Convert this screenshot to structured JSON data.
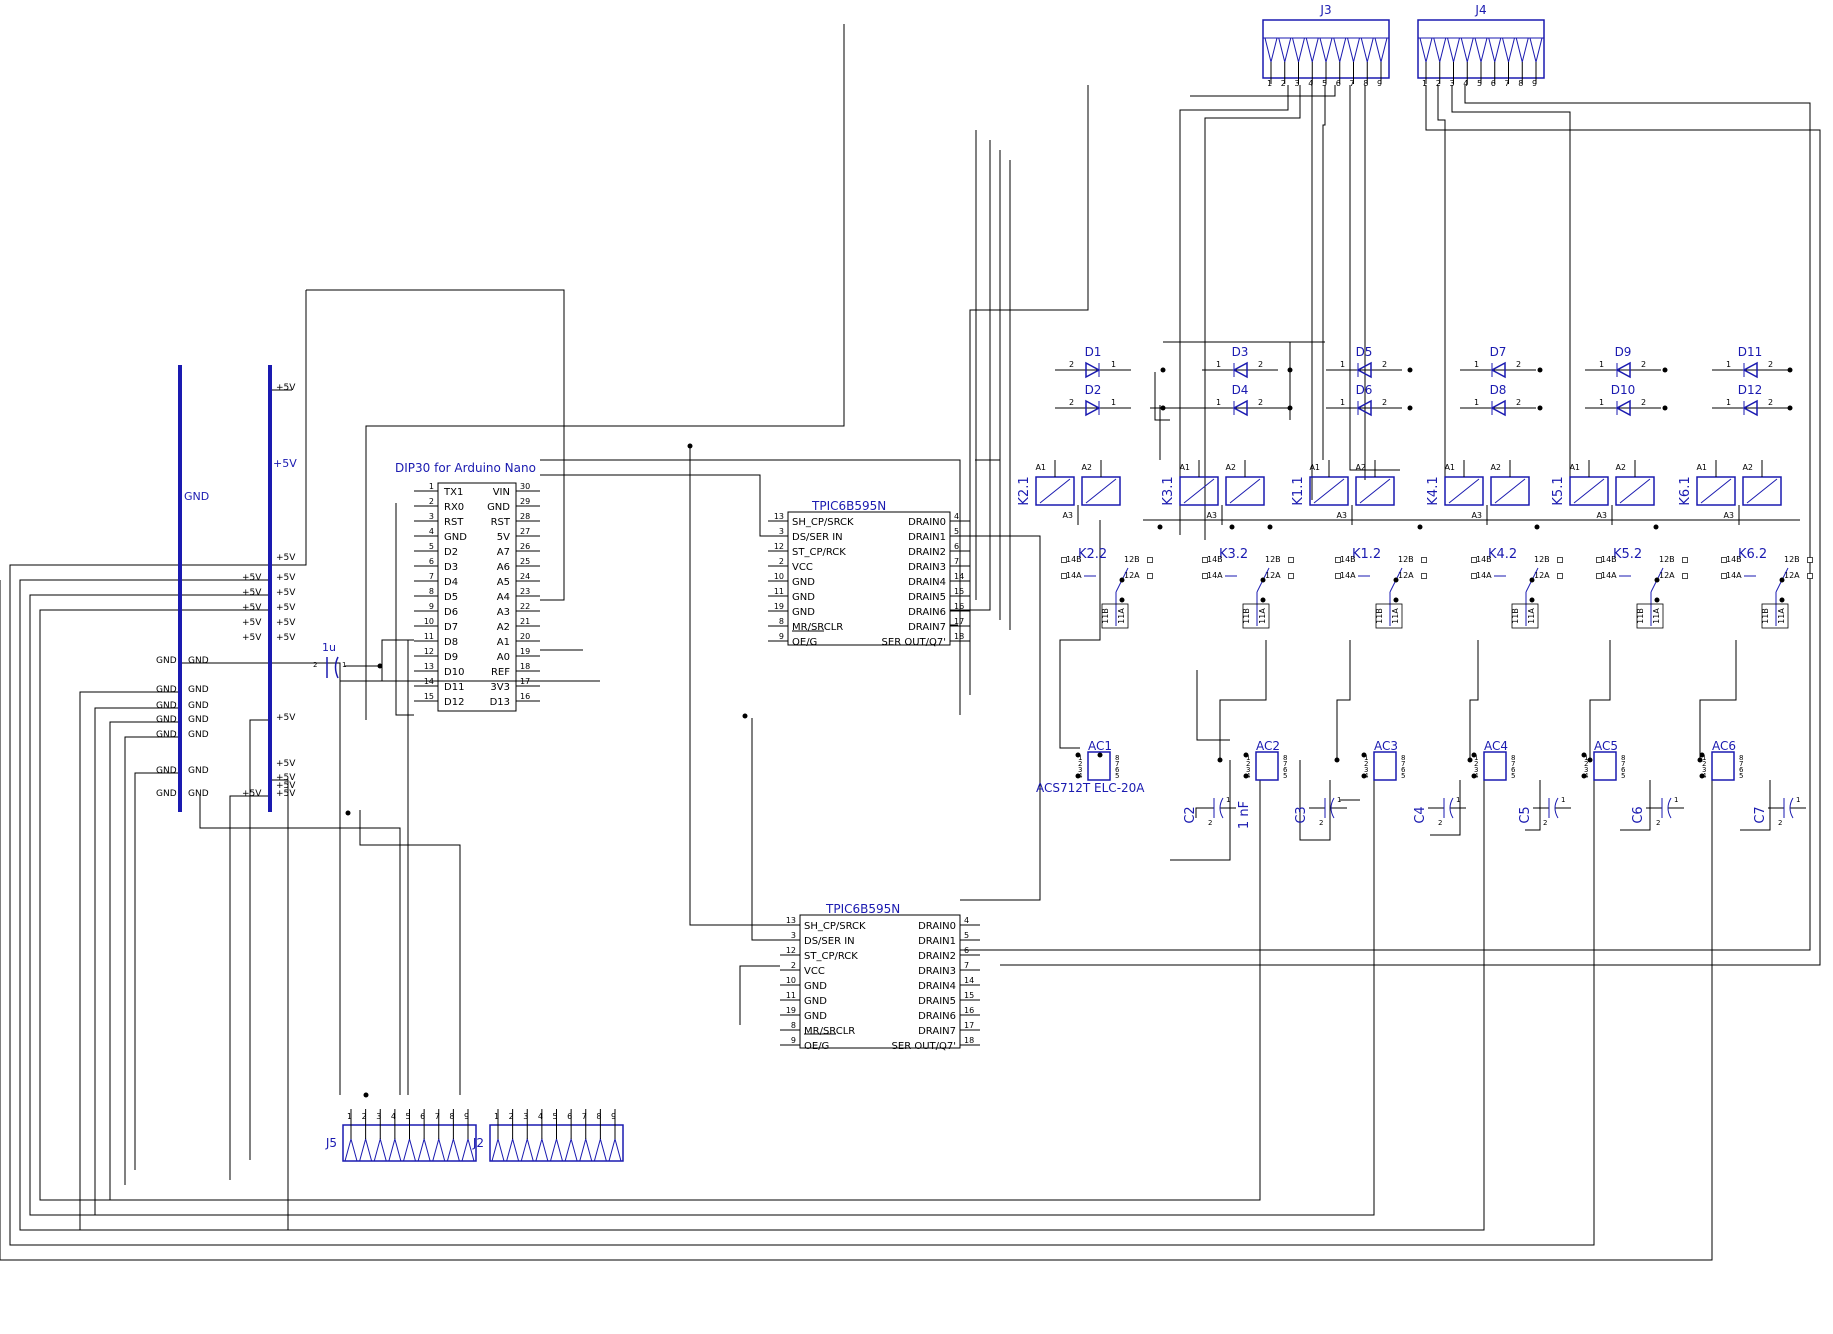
{
  "rails": {
    "gnd": "GND",
    "vcc": "+5V"
  },
  "power_labels": {
    "vcc": "+5V",
    "gnd": "GND"
  },
  "nano": {
    "title": "DIP30 for Arduino Nano",
    "left_pins": [
      {
        "num": "1",
        "name": "TX1"
      },
      {
        "num": "2",
        "name": "RX0"
      },
      {
        "num": "3",
        "name": "RST"
      },
      {
        "num": "4",
        "name": "GND"
      },
      {
        "num": "5",
        "name": "D2"
      },
      {
        "num": "6",
        "name": "D3"
      },
      {
        "num": "7",
        "name": "D4"
      },
      {
        "num": "8",
        "name": "D5"
      },
      {
        "num": "9",
        "name": "D6"
      },
      {
        "num": "10",
        "name": "D7"
      },
      {
        "num": "11",
        "name": "D8"
      },
      {
        "num": "12",
        "name": "D9"
      },
      {
        "num": "13",
        "name": "D10"
      },
      {
        "num": "14",
        "name": "D11"
      },
      {
        "num": "15",
        "name": "D12"
      }
    ],
    "right_pins": [
      {
        "num": "30",
        "name": "VIN"
      },
      {
        "num": "29",
        "name": "GND"
      },
      {
        "num": "28",
        "name": "RST"
      },
      {
        "num": "27",
        "name": "5V"
      },
      {
        "num": "26",
        "name": "A7"
      },
      {
        "num": "25",
        "name": "A6"
      },
      {
        "num": "24",
        "name": "A5"
      },
      {
        "num": "23",
        "name": "A4"
      },
      {
        "num": "22",
        "name": "A3"
      },
      {
        "num": "21",
        "name": "A2"
      },
      {
        "num": "20",
        "name": "A1"
      },
      {
        "num": "19",
        "name": "A0"
      },
      {
        "num": "18",
        "name": "REF"
      },
      {
        "num": "17",
        "name": "3V3"
      },
      {
        "num": "16",
        "name": "D13"
      }
    ]
  },
  "shift1": {
    "title": "TPIC6B595N",
    "left_pins": [
      {
        "num": "13",
        "name": "SH_CP/SRCK"
      },
      {
        "num": "3",
        "name": "DS/SER IN"
      },
      {
        "num": "12",
        "name": "ST_CP/RCK"
      },
      {
        "num": "2",
        "name": "VCC"
      },
      {
        "num": "10",
        "name": "GND"
      },
      {
        "num": "11",
        "name": "GND"
      },
      {
        "num": "19",
        "name": "GND"
      },
      {
        "num": "8",
        "name": "MR/SRCLR"
      },
      {
        "num": "9",
        "name": "OE/G"
      }
    ],
    "right_pins": [
      {
        "num": "4",
        "name": "DRAIN0"
      },
      {
        "num": "5",
        "name": "DRAIN1"
      },
      {
        "num": "6",
        "name": "DRAIN2"
      },
      {
        "num": "7",
        "name": "DRAIN3"
      },
      {
        "num": "14",
        "name": "DRAIN4"
      },
      {
        "num": "15",
        "name": "DRAIN5"
      },
      {
        "num": "16",
        "name": "DRAIN6"
      },
      {
        "num": "17",
        "name": "DRAIN7"
      },
      {
        "num": "18",
        "name": "SER OUT/Q7'"
      }
    ]
  },
  "shift2": {
    "title": "TPIC6B595N",
    "left_pins": [
      {
        "num": "13",
        "name": "SH_CP/SRCK"
      },
      {
        "num": "3",
        "name": "DS/SER IN"
      },
      {
        "num": "12",
        "name": "ST_CP/RCK"
      },
      {
        "num": "2",
        "name": "VCC"
      },
      {
        "num": "10",
        "name": "GND"
      },
      {
        "num": "11",
        "name": "GND"
      },
      {
        "num": "19",
        "name": "GND"
      },
      {
        "num": "8",
        "name": "MR/SRCLR"
      },
      {
        "num": "9",
        "name": "OE/G"
      }
    ],
    "right_pins": [
      {
        "num": "4",
        "name": "DRAIN0"
      },
      {
        "num": "5",
        "name": "DRAIN1"
      },
      {
        "num": "6",
        "name": "DRAIN2"
      },
      {
        "num": "7",
        "name": "DRAIN3"
      },
      {
        "num": "14",
        "name": "DRAIN4"
      },
      {
        "num": "15",
        "name": "DRAIN5"
      },
      {
        "num": "16",
        "name": "DRAIN6"
      },
      {
        "num": "17",
        "name": "DRAIN7"
      },
      {
        "num": "18",
        "name": "SER OUT/Q7'"
      }
    ]
  },
  "connectors": [
    {
      "ref": "J3",
      "pins": [
        "1",
        "2",
        "3",
        "4",
        "5",
        "6",
        "7",
        "8",
        "9"
      ]
    },
    {
      "ref": "J4",
      "pins": [
        "1",
        "2",
        "3",
        "4",
        "5",
        "6",
        "7",
        "8",
        "9"
      ]
    },
    {
      "ref": "J5",
      "pins": [
        "1",
        "2",
        "3",
        "4",
        "5",
        "6",
        "7",
        "8",
        "9"
      ]
    },
    {
      "ref": "J2",
      "pins": [
        "1",
        "2",
        "3",
        "4",
        "5",
        "6",
        "7",
        "8",
        "9"
      ]
    }
  ],
  "capacitor_main": {
    "ref": "1u",
    "pin_a": "2",
    "pin_b": "1"
  },
  "diodes": [
    {
      "ref": "D1",
      "a": "2",
      "k": "1"
    },
    {
      "ref": "D2",
      "a": "2",
      "k": "1"
    },
    {
      "ref": "D3",
      "a": "1",
      "k": "2"
    },
    {
      "ref": "D4",
      "a": "1",
      "k": "2"
    },
    {
      "ref": "D5",
      "a": "1",
      "k": "2"
    },
    {
      "ref": "D6",
      "a": "1",
      "k": "2"
    },
    {
      "ref": "D7",
      "a": "1",
      "k": "2"
    },
    {
      "ref": "D8",
      "a": "1",
      "k": "2"
    },
    {
      "ref": "D9",
      "a": "1",
      "k": "2"
    },
    {
      "ref": "D10",
      "a": "1",
      "k": "2"
    },
    {
      "ref": "D11",
      "a": "1",
      "k": "2"
    },
    {
      "ref": "D12",
      "a": "1",
      "k": "2"
    }
  ],
  "relay_coils": [
    {
      "ref": "K2.1"
    },
    {
      "ref": "K3.1"
    },
    {
      "ref": "K1.1"
    },
    {
      "ref": "K4.1"
    },
    {
      "ref": "K5.1"
    },
    {
      "ref": "K6.1"
    }
  ],
  "coil_pins": {
    "a1": "A1",
    "a2": "A2",
    "a3": "A3"
  },
  "relay_contacts": [
    {
      "ref": "K2.2"
    },
    {
      "ref": "K3.2"
    },
    {
      "ref": "K1.2"
    },
    {
      "ref": "K4.2"
    },
    {
      "ref": "K5.2"
    },
    {
      "ref": "K6.2"
    }
  ],
  "contact_pins": {
    "p14b": "14B",
    "p14a": "14A",
    "p12b": "12B",
    "p12a": "12A",
    "p11b": "11B",
    "p11a": "11A"
  },
  "sensors": [
    {
      "ref": "AC1"
    },
    {
      "ref": "AC2"
    },
    {
      "ref": "AC3"
    },
    {
      "ref": "AC4"
    },
    {
      "ref": "AC5"
    },
    {
      "ref": "AC6"
    }
  ],
  "sensor_pins": [
    "8",
    "7",
    "6",
    "5",
    "1",
    "2",
    "3",
    "4"
  ],
  "sensor_part": "ACS712T ELC-20A",
  "capacitors": [
    {
      "ref": "C2",
      "value": "1 nF"
    },
    {
      "ref": "C3",
      "value": ""
    },
    {
      "ref": "C4",
      "value": ""
    },
    {
      "ref": "C5",
      "value": ""
    },
    {
      "ref": "C6",
      "value": ""
    },
    {
      "ref": "C7",
      "value": ""
    }
  ],
  "cap_pins": {
    "p1": "1",
    "p2": "2"
  }
}
